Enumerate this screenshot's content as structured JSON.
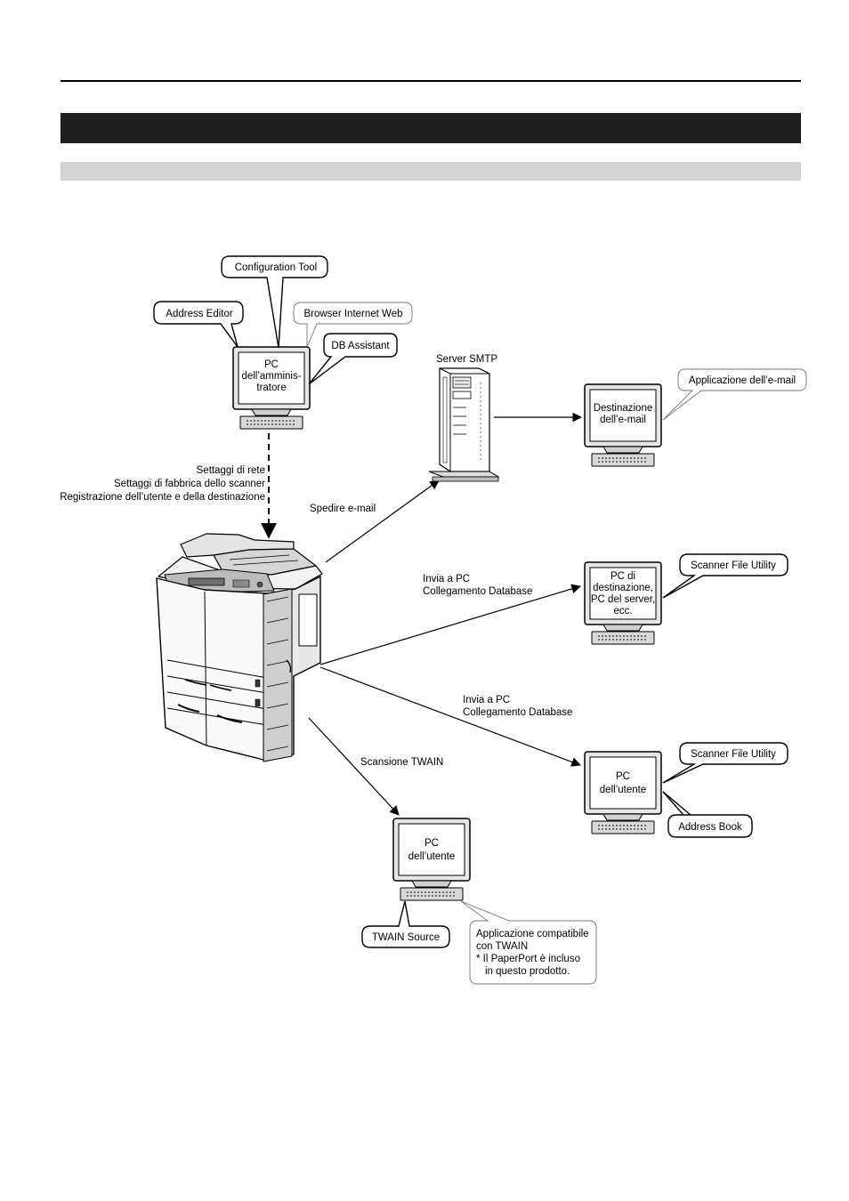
{
  "header": {
    "title": "",
    "subtitle": ""
  },
  "admin_pc": {
    "line1": "PC",
    "line2": "dell’amminis-",
    "line3": "tratore"
  },
  "callouts": {
    "configuration_tool": "Configuration Tool",
    "address_editor": "Address Editor",
    "browser": "Browser Internet Web",
    "db_assistant": "DB Assistant",
    "email_app": "Applicazione dell’e-mail",
    "scanner_file_utility_1": "Scanner File Utility",
    "scanner_file_utility_2": "Scanner File Utility",
    "address_book": "Address Book",
    "twain_source": "TWAIN Source",
    "twain_app_line1": "Applicazione compatibile",
    "twain_app_line2": "con TWAIN",
    "twain_app_line3": "* Il PaperPort è incluso",
    "twain_app_line4": "in questo prodotto."
  },
  "server": {
    "label": "Server SMTP"
  },
  "email_dest": {
    "line1": "Destinazione",
    "line2": "dell’e-mail"
  },
  "server_pc": {
    "line1": "PC di",
    "line2": "destinazione,",
    "line3": "PC del server,",
    "line4": "ecc."
  },
  "user_pc_right": {
    "line1": "PC",
    "line2": "dell’utente"
  },
  "user_pc_bottom": {
    "line1": "PC",
    "line2": "dell’utente"
  },
  "arrows": {
    "settings_1": "Settaggi di rete",
    "settings_2": "Settaggi di fabbrica dello scanner",
    "settings_3": "Registrazione dell’utente e della destinazione",
    "send_email": "Spedire e-mail",
    "send_pc_1_line1": "Invia a PC",
    "send_pc_1_line2": "Collegamento Database",
    "send_pc_2_line1": "Invia a PC",
    "send_pc_2_line2": "Collegamento Database",
    "twain_scan": "Scansione TWAIN"
  }
}
